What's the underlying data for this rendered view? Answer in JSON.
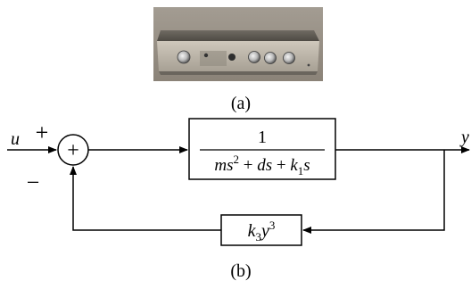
{
  "photo": {
    "description_icon": "electronic-device-box-photo"
  },
  "labels": {
    "panel_a": "(a)",
    "panel_b": "(b)"
  },
  "signals": {
    "input": "u",
    "output": "y"
  },
  "summing_junction": {
    "plus_sign": "+",
    "minus_sign": "−",
    "symbol": "+"
  },
  "forward_block": {
    "numerator": "1",
    "denominator_parts": [
      "ms",
      "2",
      " + ",
      "ds",
      " + ",
      "k",
      "1",
      "s"
    ]
  },
  "feedback_block": {
    "parts": [
      "k",
      "3",
      "y",
      "3"
    ]
  }
}
